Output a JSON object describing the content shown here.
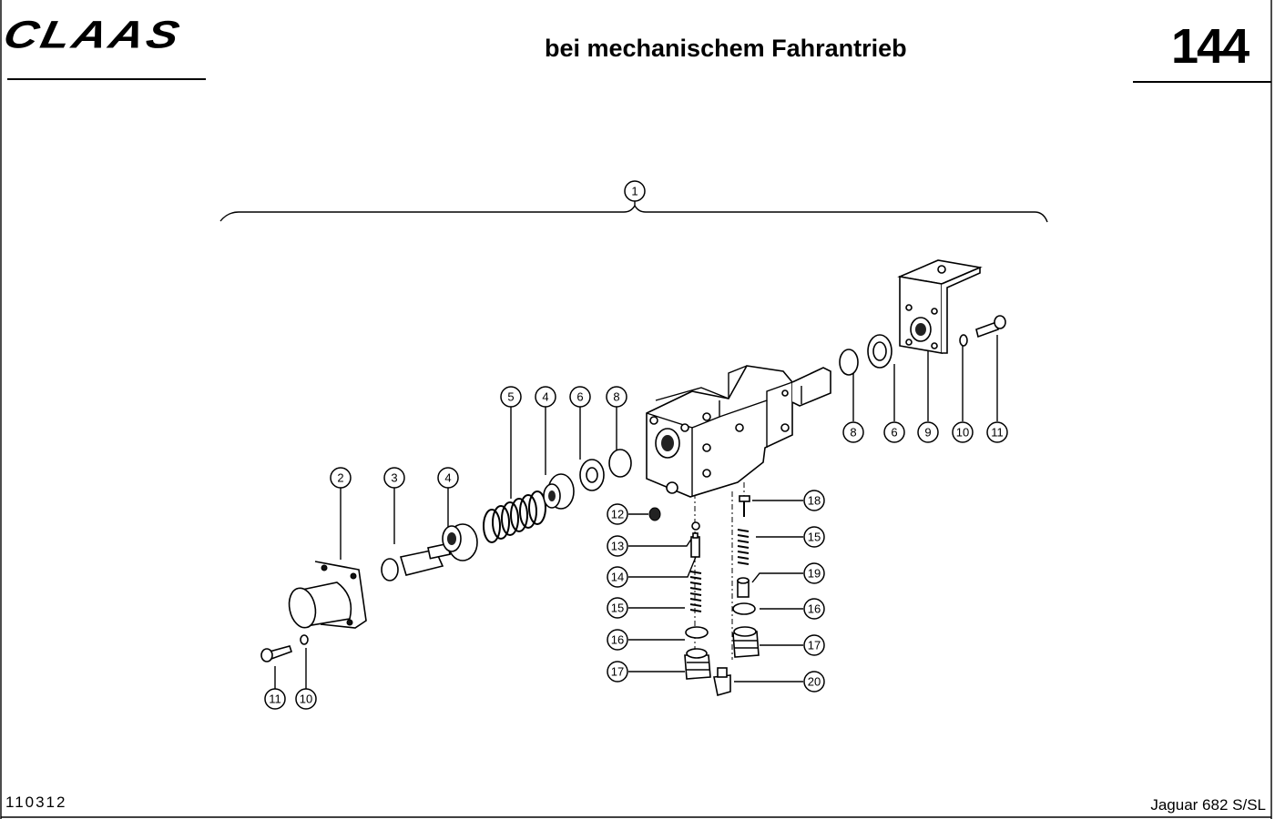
{
  "header": {
    "brand": "CLAAS",
    "title": "bei mechanischem Fahrantrieb",
    "page_number": "144"
  },
  "footer": {
    "doc_code": "110312",
    "model": "Jaguar 682 S/SL"
  },
  "diagram": {
    "callouts": [
      "1",
      "2",
      "3",
      "4",
      "4",
      "5",
      "6",
      "6",
      "8",
      "8",
      "9",
      "10",
      "10",
      "11",
      "11",
      "12",
      "13",
      "14",
      "15",
      "15",
      "16",
      "16",
      "17",
      "17",
      "18",
      "19",
      "20"
    ]
  }
}
